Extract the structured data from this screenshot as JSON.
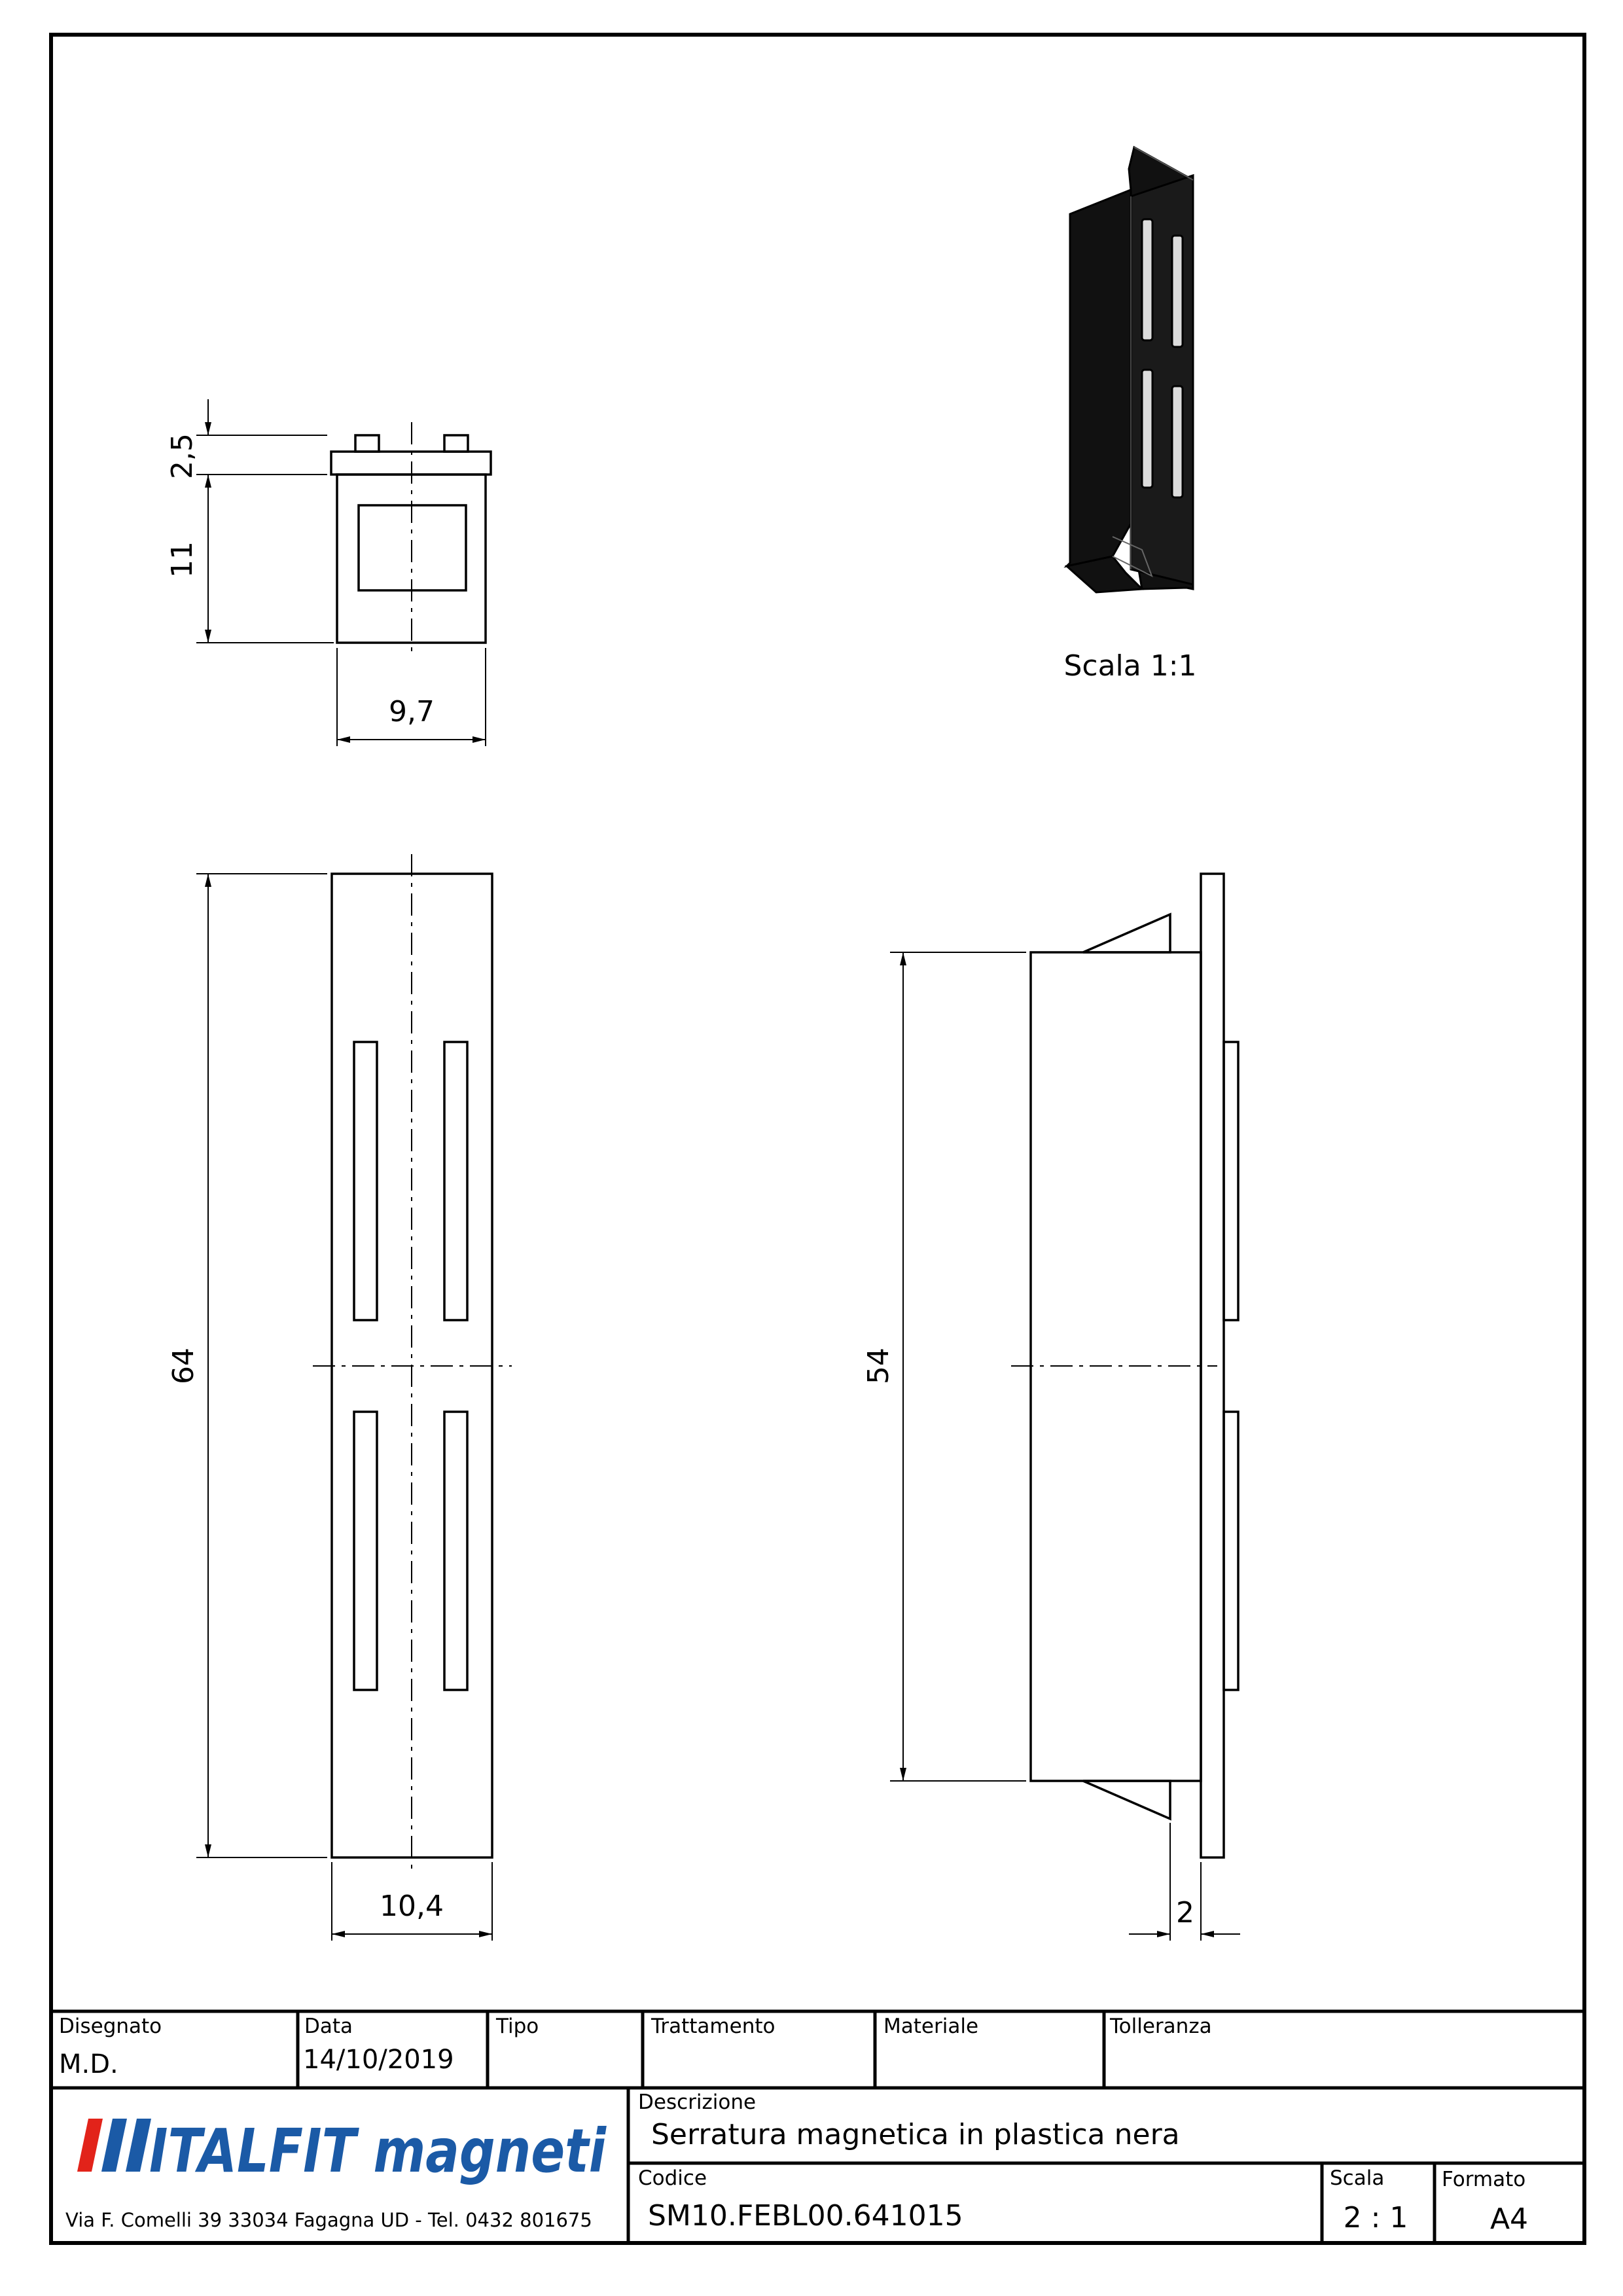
{
  "drawing": {
    "iso_scale_label": "Scala 1:1",
    "dimensions": {
      "top_view_height_upper": "2,5",
      "top_view_height_lower": "11",
      "top_view_width": "9,7",
      "front_view_height": "64",
      "front_view_width": "10,4",
      "side_view_height": "54",
      "side_view_flange": "2"
    }
  },
  "title_block": {
    "disegnato_label": "Disegnato",
    "disegnato_value": "M.D.",
    "data_label": "Data",
    "data_value": "14/10/2019",
    "tipo_label": "Tipo",
    "trattamento_label": "Trattamento",
    "materiale_label": "Materiale",
    "tolleranza_label": "Tolleranza",
    "descrizione_label": "Descrizione",
    "descrizione_value": "Serratura magnetica in plastica nera",
    "codice_label": "Codice",
    "codice_value": "SM10.FEBL00.641015",
    "scala_label": "Scala",
    "scala_value": "2 : 1",
    "formato_label": "Formato",
    "formato_value": "A4",
    "company_logo_text": "ITALFIT magneti",
    "company_address": "Via F. Comelli 39  33034 Fagagna UD - Tel. 0432 801675"
  },
  "colors": {
    "logo_red": "#e2231a",
    "logo_blue": "#1b5aa6",
    "part_black": "#111111"
  }
}
